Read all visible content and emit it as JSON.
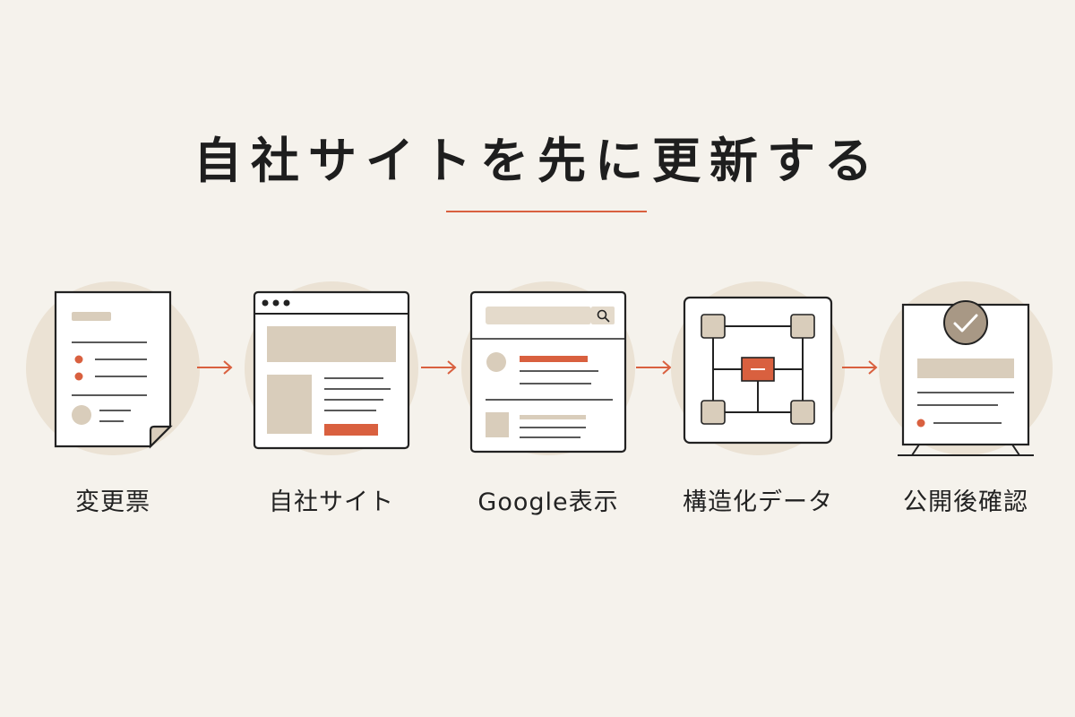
{
  "title": "自社サイトを先に更新する",
  "steps": [
    {
      "label": "変更票",
      "icon": "document-icon"
    },
    {
      "label": "自社サイト",
      "icon": "browser-window-icon"
    },
    {
      "label": "Google表示",
      "icon": "search-results-icon"
    },
    {
      "label": "構造化データ",
      "icon": "structured-data-icon"
    },
    {
      "label": "公開後確認",
      "icon": "verified-monitor-icon"
    }
  ],
  "colors": {
    "background": "#f5f2ec",
    "accent": "#d9603f",
    "circle": "#ebe2d4",
    "tan": "#d9cdbb",
    "line": "#222222"
  }
}
